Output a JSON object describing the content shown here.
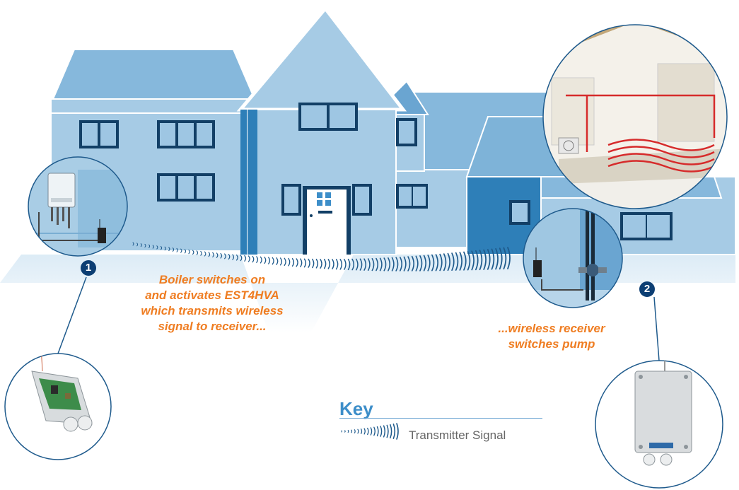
{
  "captions": {
    "step1_number": "1",
    "step1_lines": [
      "Boiler switches on",
      "and activates EST4HVA",
      "which transmits wireless",
      "signal to receiver..."
    ],
    "step2_number": "2",
    "step2_lines": [
      "...wireless receiver",
      "switches pump"
    ]
  },
  "key": {
    "title": "Key",
    "signal_label": "Transmitter Signal"
  },
  "colors": {
    "house_light": "#a6cbe5",
    "house_mid": "#7eb3d8",
    "house_dark": "#2e7fb8",
    "roof": "#86b8dc",
    "trim": "#ffffff",
    "window_frame": "#123f66",
    "accent_orange": "#ef7d22",
    "step_badge": "#0c3e73",
    "key_blue": "#3d8ec9",
    "heating_pipe": "#d62b2b"
  }
}
